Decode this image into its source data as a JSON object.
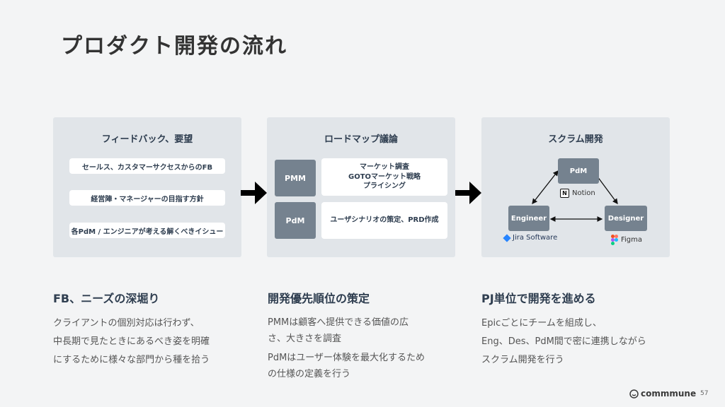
{
  "title": "プロダクト開発の流れ",
  "panels": {
    "feedback": {
      "title": "フィードバック、要望",
      "items": [
        "セールス、カスタマーサクセスからのFB",
        "経営陣・マネージャーの目指す方針",
        "各PdM / エンジニアが考える解くべきイシュー"
      ]
    },
    "roadmap": {
      "title": "ロードマップ議論",
      "rows": [
        {
          "role": "PMM",
          "lines": [
            "マーケット調査",
            "GOTOマーケット戦略",
            "プライシング"
          ]
        },
        {
          "role": "PdM",
          "lines": [
            "ユーザシナリオの策定、PRD作成"
          ]
        }
      ]
    },
    "scrum": {
      "title": "スクラム開発",
      "nodes": {
        "pdm": "PdM",
        "engineer": "Engineer",
        "designer": "Designer"
      },
      "tools": {
        "notion": "Notion",
        "jira": "Jira Software",
        "figma": "Figma"
      }
    }
  },
  "sections": [
    {
      "title": "FB、ニーズの深堀り",
      "lines": [
        "クライアントの個別対応は行わず、",
        "中長期で見たときにあるべき姿を明確",
        "にするために様々な部門から種を拾う"
      ]
    },
    {
      "title": "開発優先順位の策定",
      "paragraphs": [
        [
          "PMMは顧客へ提供できる価値の広",
          "さ、大きさを調査"
        ],
        [
          "PdMはユーザー体験を最大化するため",
          "の仕様の定義を行う"
        ]
      ]
    },
    {
      "title": "PJ単位で開発を進める",
      "lines": [
        "Epicごとにチームを組成し、",
        "Eng、Des、PdM間で密に連携しながら",
        "スクラム開発を行う"
      ]
    }
  ],
  "footer": {
    "brand": "commmune",
    "page": "57"
  }
}
